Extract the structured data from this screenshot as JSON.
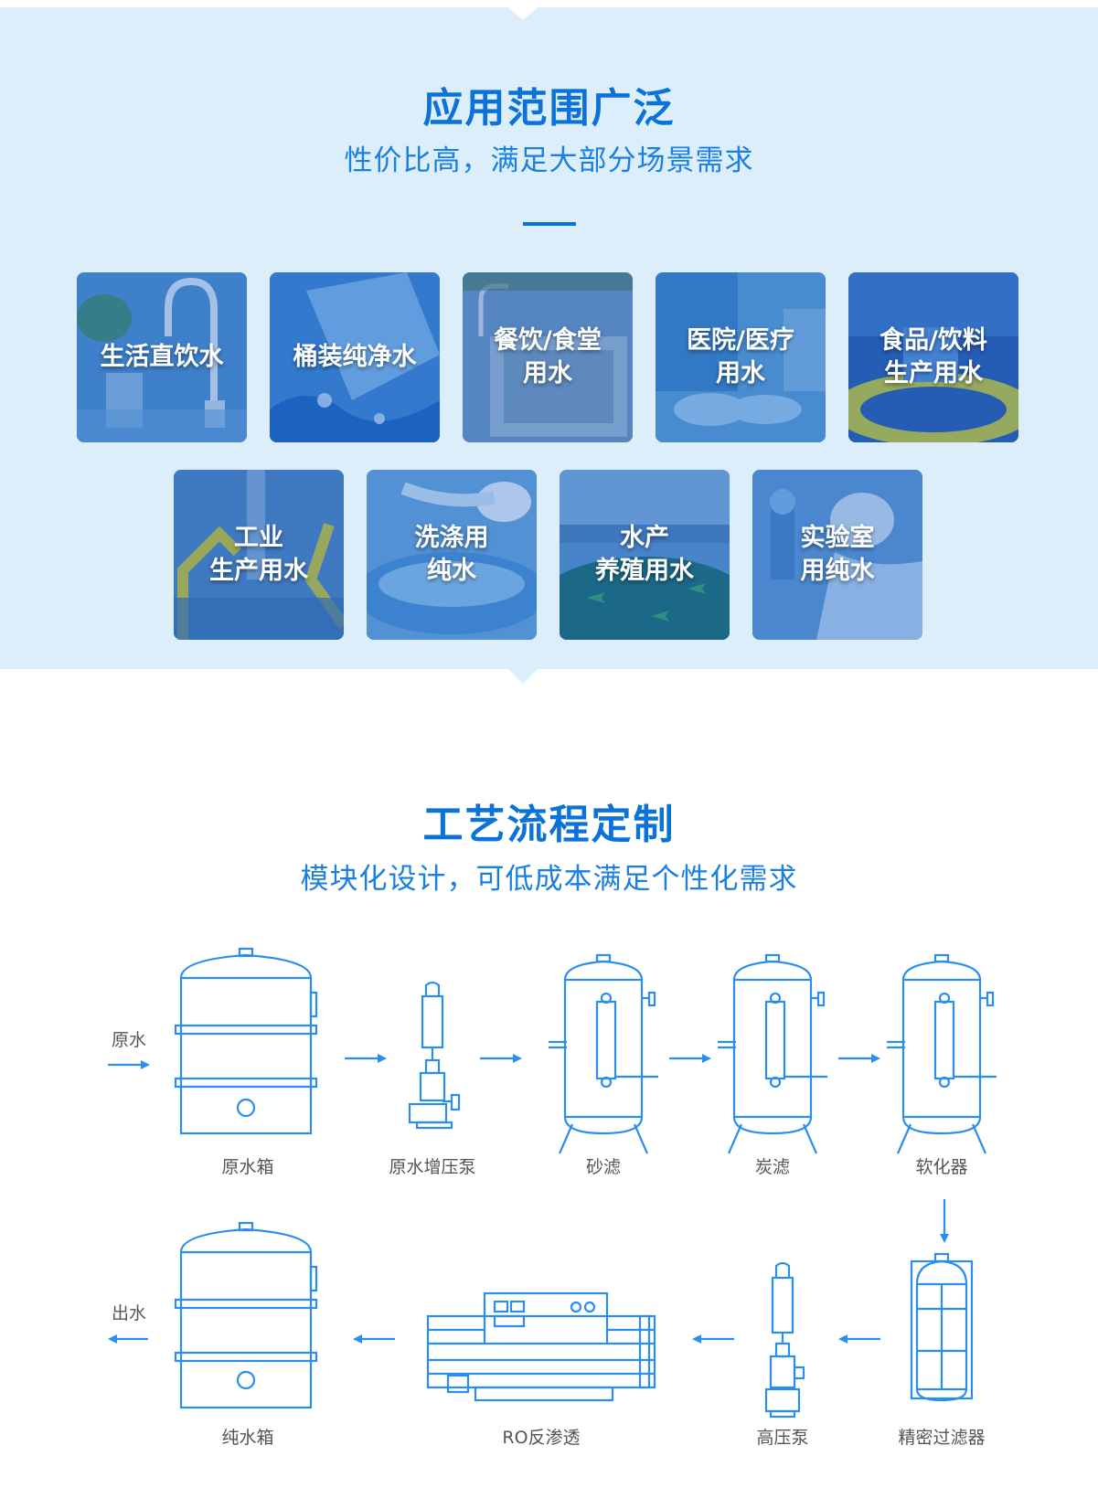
{
  "applications": {
    "title": "应用范围广泛",
    "subtitle": "性价比高，满足大部分场景需求",
    "cards": [
      {
        "line1": "生活直饮水",
        "line2": "",
        "scene": "faucet"
      },
      {
        "line1": "桶装纯净水",
        "line2": "",
        "scene": "water-bottle"
      },
      {
        "line1": "餐饮/食堂",
        "line2": "用水",
        "scene": "kitchen-sink"
      },
      {
        "line1": "医院/医疗",
        "line2": "用水",
        "scene": "hand-washing"
      },
      {
        "line1": "食品/饮料",
        "line2": "生产用水",
        "scene": "bottling-line"
      },
      {
        "line1": "工业",
        "line2": "生产用水",
        "scene": "robot-arms"
      },
      {
        "line1": "洗涤用",
        "line2": "纯水",
        "scene": "washing-basin"
      },
      {
        "line1": "水产",
        "line2": "养殖用水",
        "scene": "fish-farm"
      },
      {
        "line1": "实验室",
        "line2": "用纯水",
        "scene": "laboratory"
      }
    ]
  },
  "process": {
    "title": "工艺流程定制",
    "subtitle": "模块化设计，可低成本满足个性化需求",
    "inlet_label": "原水",
    "outlet_label": "出水",
    "row1": [
      "原水箱",
      "原水增压泵",
      "砂滤",
      "炭滤",
      "软化器"
    ],
    "row2": [
      "精密过滤器",
      "高压泵",
      "RO反渗透",
      "纯水箱"
    ]
  },
  "colors": {
    "accent": "#0a72d8",
    "background": "#ddeefb",
    "line": "#2a8ef0",
    "caption": "#555555"
  }
}
